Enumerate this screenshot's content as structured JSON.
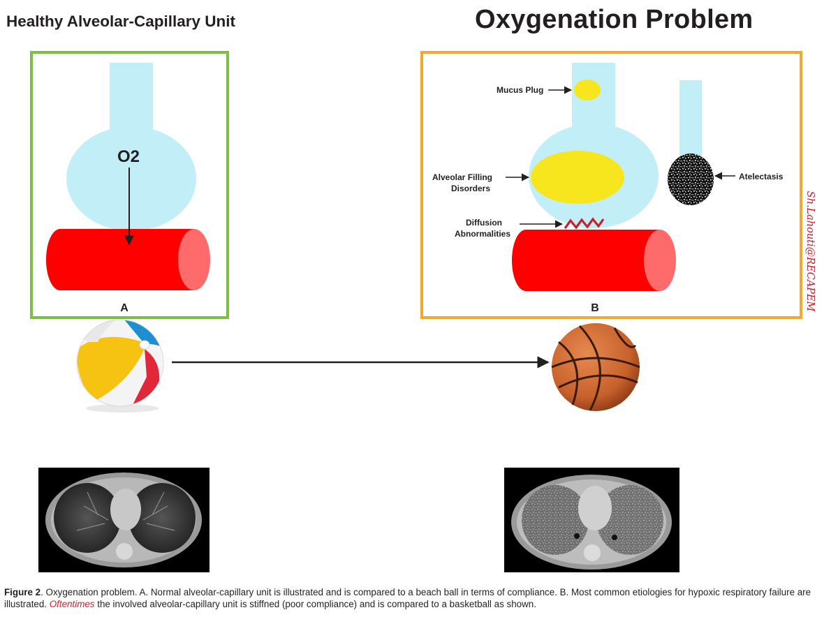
{
  "titles": {
    "left": "Healthy Alveolar-Capillary Unit",
    "right": "Oxygenation Problem"
  },
  "panel_a": {
    "gas": "O2",
    "panel_label": "A",
    "compliance_icon": "beach-ball-icon"
  },
  "panel_b": {
    "panel_label": "B",
    "labels": {
      "mucus_plug": "Mucus Plug",
      "alveolar_filling_line1": "Alveolar Filling",
      "alveolar_filling_line2": "Disorders",
      "atelectasis": "Atelectasis",
      "diffusion_line1": "Diffusion",
      "diffusion_line2": "Abnormalities"
    },
    "compliance_icon": "basketball-icon"
  },
  "ct_images": [
    "normal-chest-ct",
    "abnormal-chest-ct"
  ],
  "watermark": "Sh.Lahouti@RECAPEM",
  "caption": {
    "figure": "Figure 2",
    "part1": ". Oxygenation problem. A. Normal alveolar-capillary unit is illustrated and is compared to a beach ball in terms of compliance. B. Most common etiologies for hypoxic respiratory failure are illustrated. ",
    "highlight": "Oftentimes",
    "part2": " the involved alveolar-capillary unit is stiffned (poor compliance) and is compared to a basketball as shown."
  },
  "colors": {
    "healthy_frame": "#7ac143",
    "problem_frame": "#f0a830",
    "alveolus": "#c2eef8",
    "capillary": "#ff0000",
    "capillary_end": "#ff6b6b",
    "secretion": "#f7e51e",
    "diffusion_zigzag": "#c8202b",
    "watermark": "#c8202b"
  }
}
